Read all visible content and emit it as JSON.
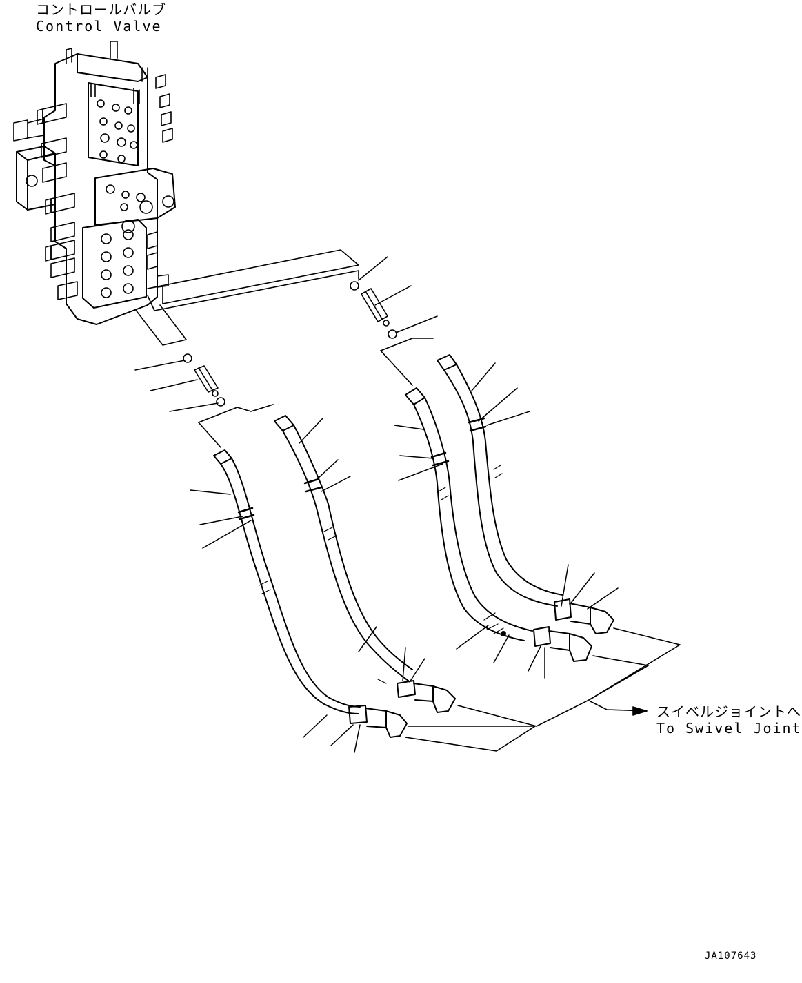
{
  "labels": {
    "control_valve_jp": "コントロールバルブ",
    "control_valve_en": "Control Valve",
    "swivel_joint_jp": "スイベルジョイントへ",
    "swivel_joint_en": "To Swivel Joint",
    "drawing_code": "JA107643"
  },
  "colors": {
    "line": "#000000",
    "background": "#ffffff"
  }
}
